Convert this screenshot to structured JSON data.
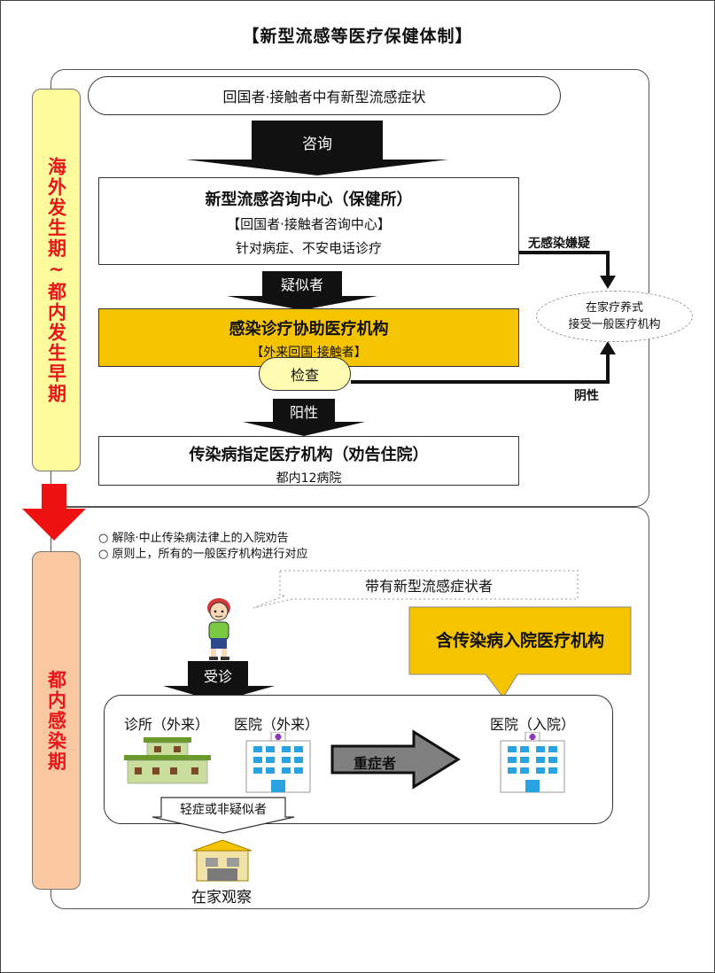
{
  "title": "【新型流感等医疗保健体制】",
  "phase1": "海外发生期~都内发生早期",
  "phase2": "都内感染期",
  "top": {
    "symptom": "回国者·接触者中有新型流感症状",
    "arrow1": "咨询",
    "consult": {
      "title": "新型流感咨询中心（保健所）",
      "subtitle": "【回国者·接触者咨询中心】",
      "desc": "针对病症、不安电话诊疗"
    },
    "no_suspect": "无感染嫌疑",
    "home": {
      "line1": "在家疗养式",
      "line2": "接受一般医疗机构"
    },
    "arrow2": "疑似者",
    "assist": {
      "title": "感染诊疗协助医疗机构",
      "subtitle": "【外来回国·接触者】"
    },
    "check": "检查",
    "negative": "阴性",
    "arrow3": "阳性",
    "designated": {
      "title": "传染病指定医疗机构（劝告住院）",
      "desc": "都内12病院"
    }
  },
  "bottom": {
    "bullet1": "解除·中止传染病法律上的入院劝告",
    "bullet2": "原则上，所有的一般医疗机构进行对应",
    "patient_callout": "带有新型流感症状者",
    "hospital_callout": "含传染病入院医疗机构",
    "arrow_visit": "受诊",
    "clinic": "诊所（外来）",
    "hospital_out": "医院（外来）",
    "severe": "重症者",
    "hospital_in": "医院（入院）",
    "mild": "轻症或非疑似者",
    "home_obs": "在家观察"
  },
  "colors": {
    "phase1_bg": "#fdfb9c",
    "phase2_bg": "#f9c7a0",
    "phase_text": "#e8161b",
    "assist_bg": "#f5c400",
    "callout_bg": "#f5c400",
    "red_arrow": "#ee1111",
    "dark": "#111111"
  },
  "icons": [
    "person-icon",
    "clinic-building-icon",
    "hospital-icon",
    "house-icon"
  ]
}
